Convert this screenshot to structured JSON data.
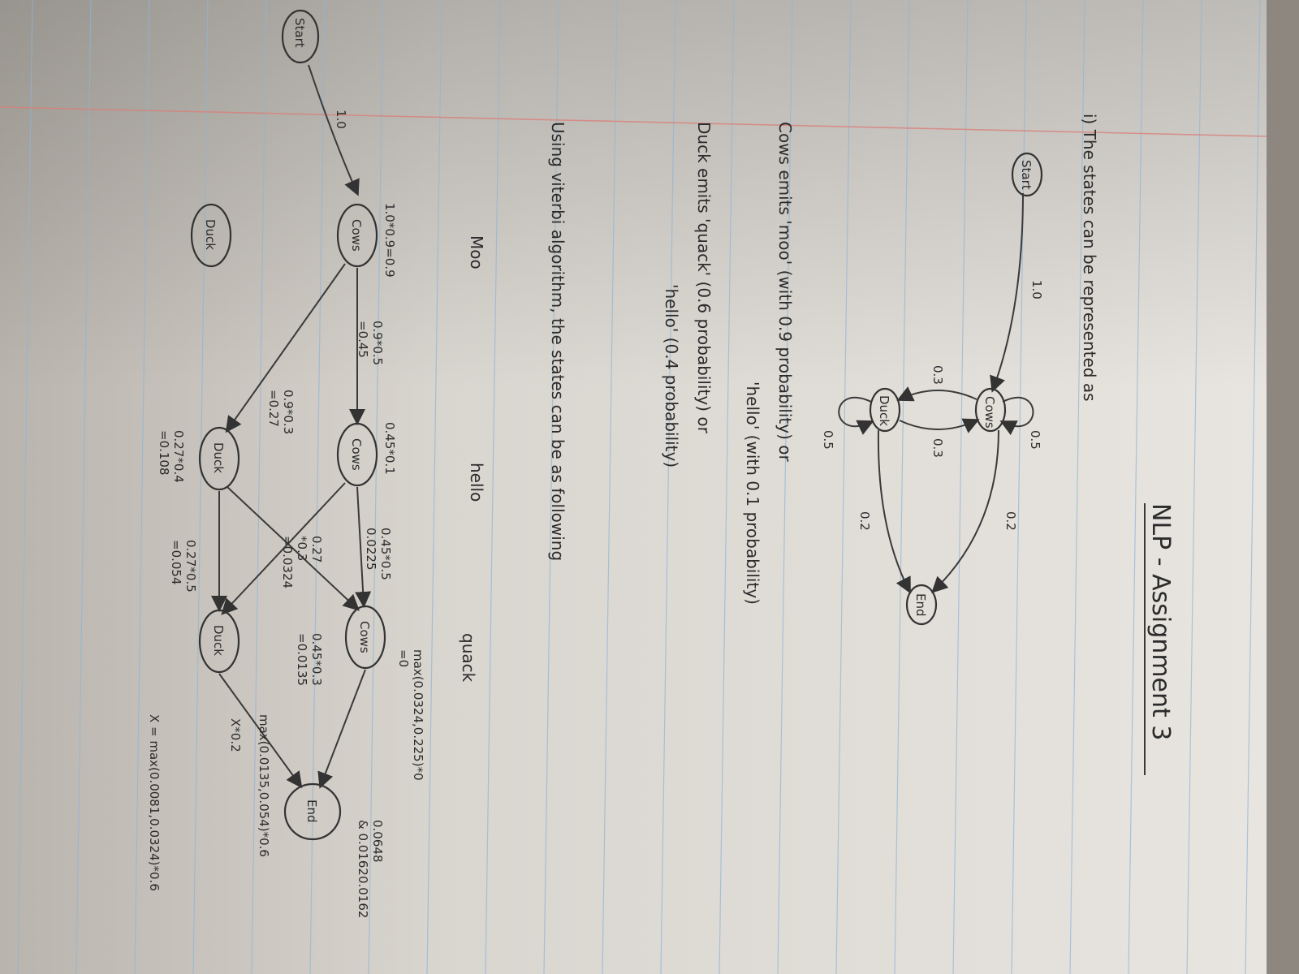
{
  "page": {
    "title": "NLP - Assignment 3",
    "q1_intro": "i) The states can be represented as",
    "cows_emits": "Cows emits 'moo' (with 0.9 probability) or",
    "cows_emits_2": "'hello' (with 0.1 probability)",
    "duck_emits": "Duck emits 'quack' (0.6 probability) or",
    "duck_emits_2": "'hello' (0.4 probability)",
    "viterbi_intro": "Using viterbi algorithm, the states can be as following"
  },
  "state_diagram": {
    "nodes": [
      "Start",
      "Cows",
      "Duck",
      "End"
    ],
    "labels": {
      "start_cows": "1.0",
      "cows_self": "0.5",
      "cows_duck": "0.3",
      "duck_cows": "0.3",
      "duck_self": "0.5",
      "cows_end": "0.2",
      "duck_end": "0.2"
    }
  },
  "trellis": {
    "start_label": "Start",
    "start_arrow": "1.0",
    "columns": [
      "Moo",
      "hello",
      "quack"
    ],
    "nodes": {
      "cows1": "Cows",
      "duck1": "Duck",
      "cows2": "Cows",
      "duck2": "Duck",
      "cows3": "Cows",
      "duck3": "Duck",
      "end": "End"
    },
    "calc": {
      "cows1": "1.0*0.9=0.9",
      "c1c2": "0.9*0.5\n=0.45",
      "c1d2": "0.9*0.3\n=0.27",
      "cows2": "0.45*0.1",
      "c2c3": "0.45*0.5\n0.0225",
      "c2d3": "0.45*0.3\n=0.0135",
      "d2c3": "0.27\n*0.3\n=0.0324",
      "d2d3": "0.27*0.5\n=0.054",
      "duck2": "0.27*0.4\n=0.108",
      "cows3": "max(0.0324,0.225)*0\n=0",
      "duck3": "max(0.0135,0.054)*0.6",
      "to_end": "X*0.2",
      "end_right": "0.0648\n& 0.01620.0162",
      "x_eq": "X = max(0.0081,0.0324)*0.6"
    }
  }
}
